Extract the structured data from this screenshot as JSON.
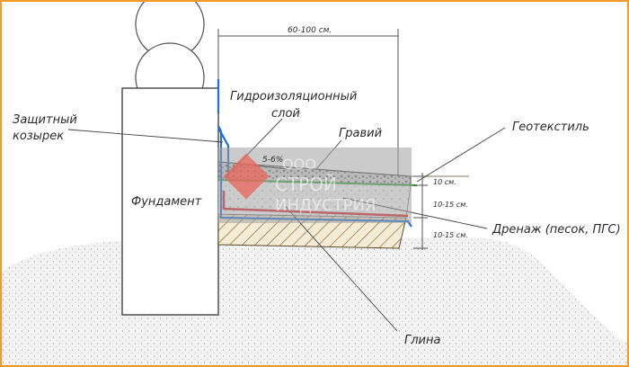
{
  "labels": {
    "width_range": "60-100 см.",
    "waterproofing_line1": "Гидроизоляционный",
    "waterproofing_line2": "слой",
    "gravel": "Гравий",
    "geotextile": "Геотекстиль",
    "protective_visor_line1": "Защитный",
    "protective_visor_line2": "козырек",
    "foundation": "Фундамент",
    "slope": "5-6%",
    "dim_gravel": "10 см.",
    "dim_drainage": "10-15 см.",
    "dim_clay": "10-15 см.",
    "drainage": "Дренаж (песок, ПГС)",
    "clay": "Глина"
  },
  "watermark": {
    "line1": "ООО",
    "line2": "СТРОЙ",
    "line3": "ИНДУСТРИЯ"
  },
  "colors": {
    "frame": "#f39a2a",
    "geotextile": "#2e9e3a",
    "membrane": "#d9222a",
    "waterproofing": "#1f6fd6",
    "watermark_block": "#a0a0a0",
    "watermark_logo": "#e8665a",
    "clay_hatch": "#8a6a2a"
  }
}
